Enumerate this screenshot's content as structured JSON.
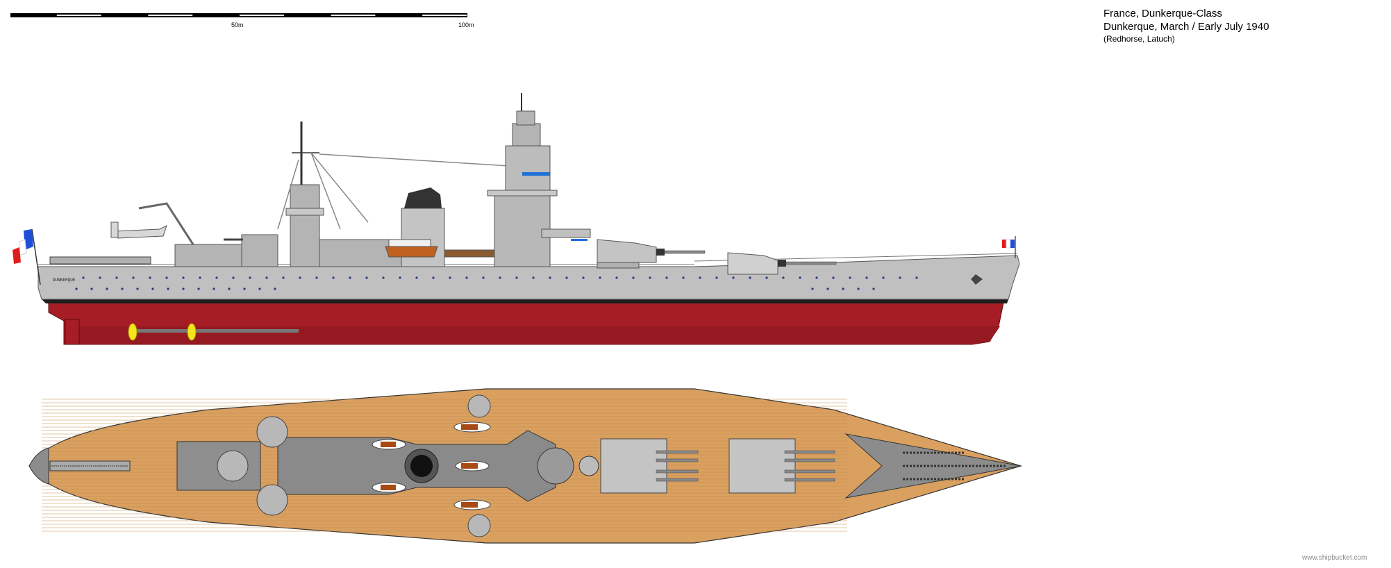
{
  "title": {
    "line1": "France, Dunkerque-Class",
    "line2": "Dunkerque, March / Early July 1940",
    "credits": "(Redhorse, Latuch)"
  },
  "scale_bar": {
    "label_mid": "50m",
    "label_end": "100m",
    "segments": 10
  },
  "ship": {
    "hull_name": "DUNKERQUE"
  },
  "watermark": "www.shipbucket.com",
  "colors": {
    "hull_grey": "#c0c0c0",
    "superstructure_grey": "#b4b4b4",
    "dark_grey": "#808080",
    "boot_black": "#1e1e1e",
    "red_bottom": "#a71d25",
    "deck_wood": "#d9a060",
    "flag_blue": "#1f4fd8",
    "flag_red": "#e01c1c",
    "propeller": "#f5e51b"
  }
}
